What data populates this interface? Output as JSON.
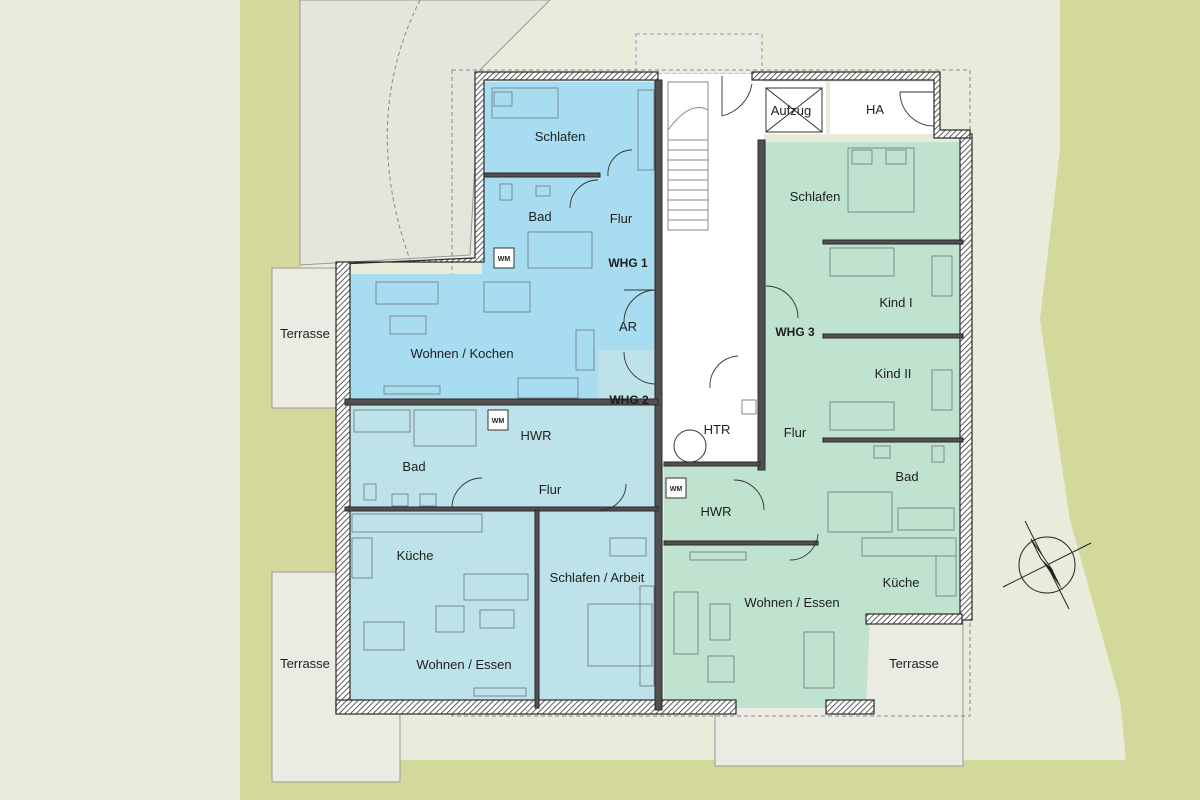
{
  "colors": {
    "background": "#e9ebdb",
    "lawn": "#d3d99b",
    "terrace": "#ebebe4",
    "whg1": "#a8dcf0",
    "whg2": "#bde2ea",
    "whg3": "#bfe3cf",
    "stair": "#ffffff",
    "wall": "#505050"
  },
  "rooms": {
    "whg1_schlafen": "Schlafen",
    "whg1_bad": "Bad",
    "whg1_flur": "Flur",
    "whg1_wohnen": "Wohnen / Kochen",
    "ar": "AR",
    "whg2_bad": "Bad",
    "whg2_hwr": "HWR",
    "whg2_flur": "Flur",
    "whg2_kueche": "Küche",
    "whg2_wohnen": "Wohnen / Essen",
    "whg2_schlafen": "Schlafen / Arbeit",
    "htr": "HTR",
    "aufzug": "Aufzug",
    "ha": "HA",
    "whg3_schlafen": "Schlafen",
    "whg3_kind1": "Kind I",
    "whg3_kind2": "Kind II",
    "whg3_flur": "Flur",
    "whg3_bad": "Bad",
    "whg3_hwr": "HWR",
    "whg3_kueche": "Küche",
    "whg3_wohnen": "Wohnen / Essen"
  },
  "units": {
    "whg1": "WHG 1",
    "whg2": "WHG 2",
    "whg3": "WHG 3"
  },
  "terraces": {
    "west_upper": "Terrasse",
    "west_lower": "Terrasse",
    "south_east": "Terrasse"
  },
  "appliances": {
    "wm": "WM"
  },
  "compass": "north-arrow-icon"
}
